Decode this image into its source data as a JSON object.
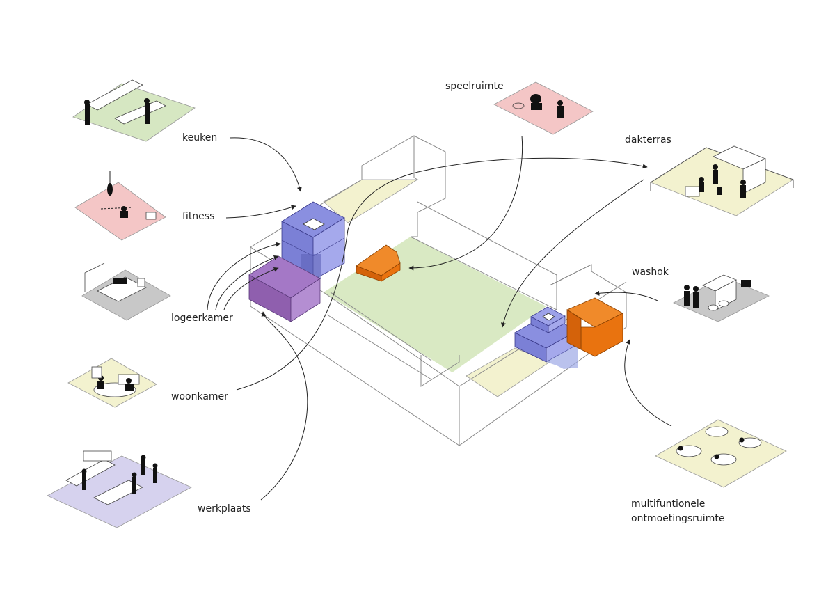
{
  "labels": {
    "keuken": "keuken",
    "fitness": "fitness",
    "logeerkamer": "logeerkamer",
    "woonkamer": "woonkamer",
    "werkplaats": "werkplaats",
    "speelruimte": "speelruimte",
    "dakterras": "dakterras",
    "washok": "washok",
    "multi_line1": "multifuntionele",
    "multi_line2": "ontmoetingsruimte"
  },
  "colors": {
    "green_floor": "#d6e7c2",
    "pink_floor": "#f4c6c6",
    "grey_floor": "#c8c8c8",
    "yellow_floor": "#f3f2cf",
    "lavender_floor": "#d6d2ee",
    "blue_block": "#8a8fe0",
    "purple_block": "#9a6cb8",
    "orange_block": "#e9730f",
    "courtyard": "#d9e9c3"
  }
}
